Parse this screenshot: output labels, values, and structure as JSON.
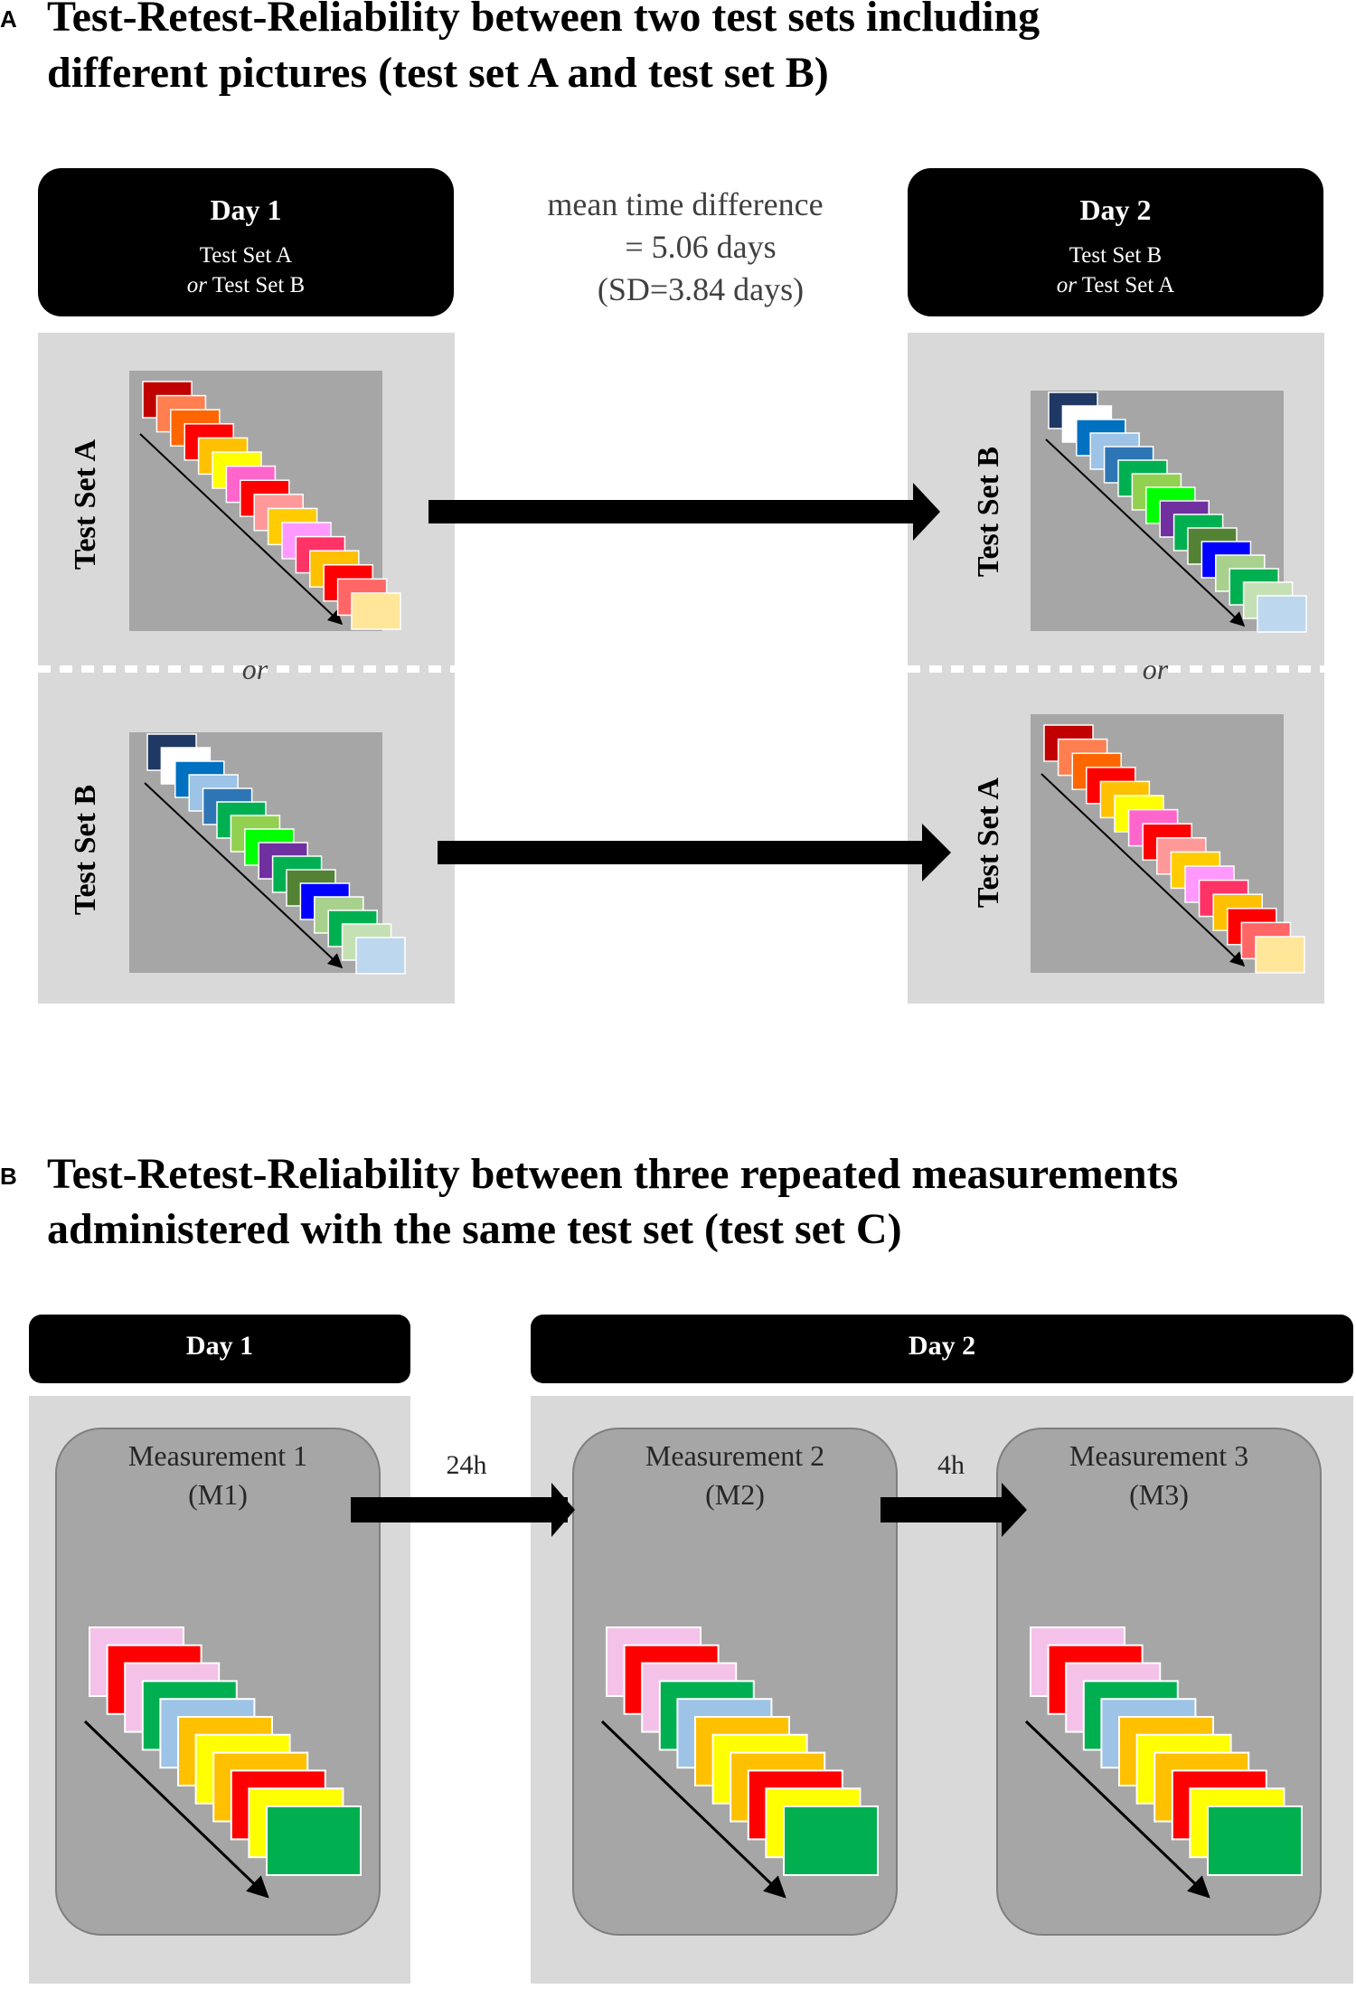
{
  "panel_a": {
    "letter": "A",
    "title_line1": "Test-Retest-Reliability between two test sets including",
    "title_line2": "different pictures (test set A and test set B)",
    "day1": {
      "title": "Day 1",
      "line1": "Test Set A",
      "line2_prefix": "or",
      "line2": " Test Set B"
    },
    "day2": {
      "title": "Day 2",
      "line1": "Test Set B",
      "line2_prefix": "or",
      "line2": " Test Set A"
    },
    "time_note": [
      "mean time difference",
      "= 5.06 days",
      "(SD=3.84 days)"
    ],
    "or_label": "or",
    "side_labels": {
      "left_top": "Test Set A",
      "left_bottom": "Test Set B",
      "right_top": "Test Set B",
      "right_bottom": "Test Set A"
    }
  },
  "panel_b": {
    "letter": "B",
    "title_line1": "Test-Retest-Reliability between three repeated measurements",
    "title_line2": "administered with the same test set (test set C)",
    "day1_title": "Day 1",
    "day2_title": "Day 2",
    "measurements": [
      {
        "line1": "Measurement 1",
        "line2": "(M1)"
      },
      {
        "line1": "Measurement 2",
        "line2": "(M2)"
      },
      {
        "line1": "Measurement 3",
        "line2": "(M3)"
      }
    ],
    "interval_1": "24h",
    "interval_2": "4h"
  },
  "colors": {
    "black": "#000000",
    "panel_light_gray": "#d9d9d9",
    "card_gray": "#a6a6a6",
    "test_set_a": [
      "#c00000",
      "#ff7f50",
      "#ff6600",
      "#ff0000",
      "#ffc000",
      "#ffff00",
      "#ff66cc",
      "#ff0000",
      "#ff9999",
      "#ffcc00",
      "#ff99ff",
      "#ff3366",
      "#ffc000",
      "#ff0000",
      "#ff6666",
      "#ffe699"
    ],
    "test_set_b": [
      "#1f3864",
      "#ffffff",
      "#0070c0",
      "#9dc3e6",
      "#2e75b6",
      "#00b050",
      "#92d050",
      "#00ff00",
      "#7030a0",
      "#00b050",
      "#548235",
      "#0000ff",
      "#a9d18e",
      "#00b050",
      "#c5e0b4",
      "#bdd7ee"
    ],
    "test_set_c": [
      "#f4c2e8",
      "#ff0000",
      "#f4c2e8",
      "#00b050",
      "#9dc3e6",
      "#ffc000",
      "#ffff00",
      "#ffc000",
      "#ff0000",
      "#ffff00",
      "#00b050"
    ]
  }
}
